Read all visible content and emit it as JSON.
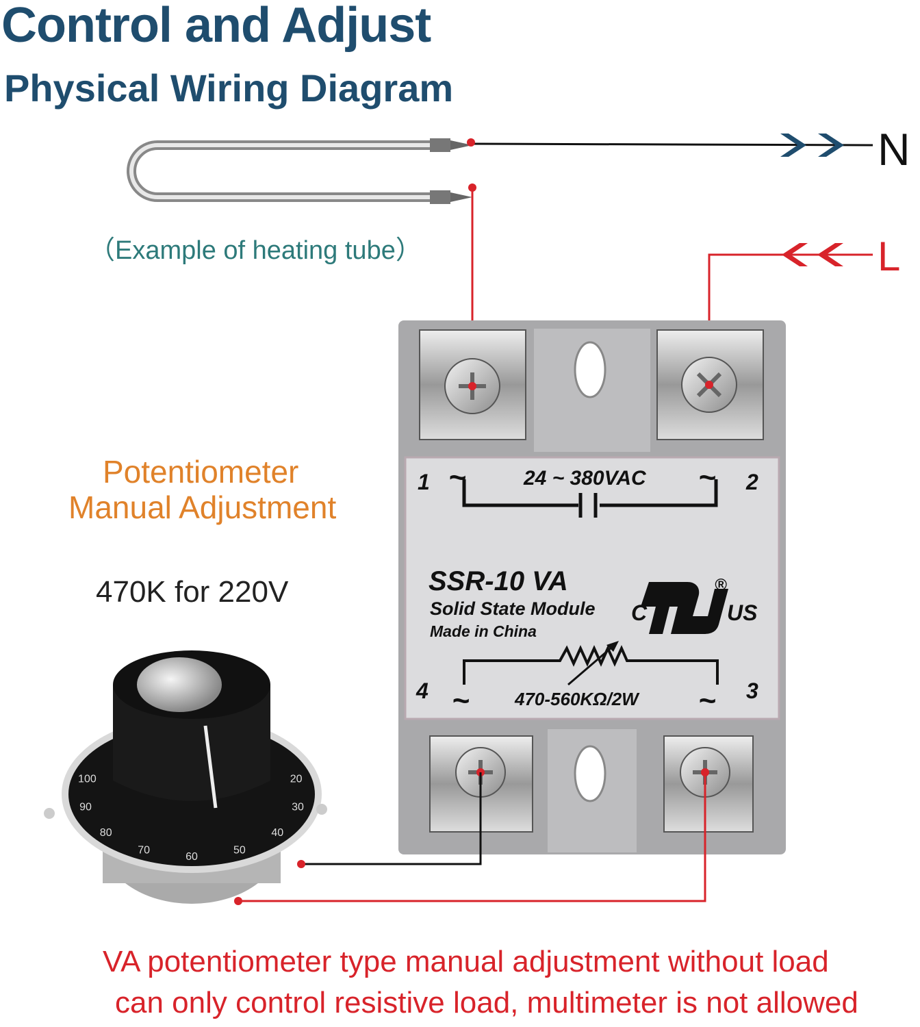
{
  "header": {
    "title": "Control and Adjust",
    "subtitle": "Physical Wiring Diagram"
  },
  "heating_tube": {
    "caption": "（Example of heating tube）"
  },
  "lines": {
    "neutral_label": "N",
    "live_label": "L"
  },
  "potentiometer": {
    "title_line1": "Potentiometer",
    "title_line2": "Manual Adjustment",
    "spec": "470K for  220V",
    "dial_numbers": [
      "100",
      "90",
      "80",
      "70",
      "60",
      "50",
      "40",
      "30",
      "20"
    ]
  },
  "relay": {
    "terminal_1": "1",
    "terminal_2": "2",
    "terminal_3": "3",
    "terminal_4": "4",
    "voltage": "24 ~ 380VAC",
    "model": "SSR-10 VA",
    "description": "Solid State Module",
    "origin": "Made in China",
    "cert_c": "C",
    "cert_us": "US",
    "cert_reg": "®",
    "resistance": "470-560KΩ/2W",
    "tilde": "~"
  },
  "notes": {
    "line1": "VA potentiometer type manual adjustment without load",
    "line2": "can only control resistive load, multimeter is not allowed"
  },
  "colors": {
    "title": "#1f4d6e",
    "live": "#d8232a",
    "neutral": "#111111",
    "caption": "#2d7a7a",
    "pot": "#e0822a"
  }
}
